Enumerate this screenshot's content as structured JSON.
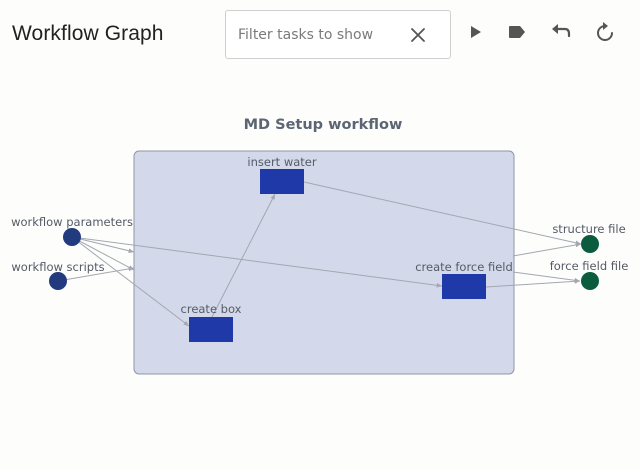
{
  "header": {
    "title": "Workflow Graph"
  },
  "filter": {
    "placeholder": "Filter tasks to show",
    "value": ""
  },
  "toolbar": {
    "run_icon": "play-icon",
    "tag_icon": "label-icon",
    "undo_icon": "undo-icon",
    "refresh_icon": "refresh-icon"
  },
  "graph": {
    "group": {
      "title": "MD Setup workflow"
    },
    "inputs": [
      {
        "label": "workflow parameters"
      },
      {
        "label": "workflow scripts"
      }
    ],
    "tasks": [
      {
        "label": "insert water"
      },
      {
        "label": "create box"
      },
      {
        "label": "create force field"
      }
    ],
    "outputs": [
      {
        "label": "structure file"
      },
      {
        "label": "force field file"
      }
    ],
    "colors": {
      "input_node": "#223b7e",
      "task_node": "#2039a8",
      "output_node": "#0b5c3e",
      "group_fill": "#d3d9ea",
      "group_border": "#8e96a6",
      "edge": "#a3a7b0"
    }
  }
}
